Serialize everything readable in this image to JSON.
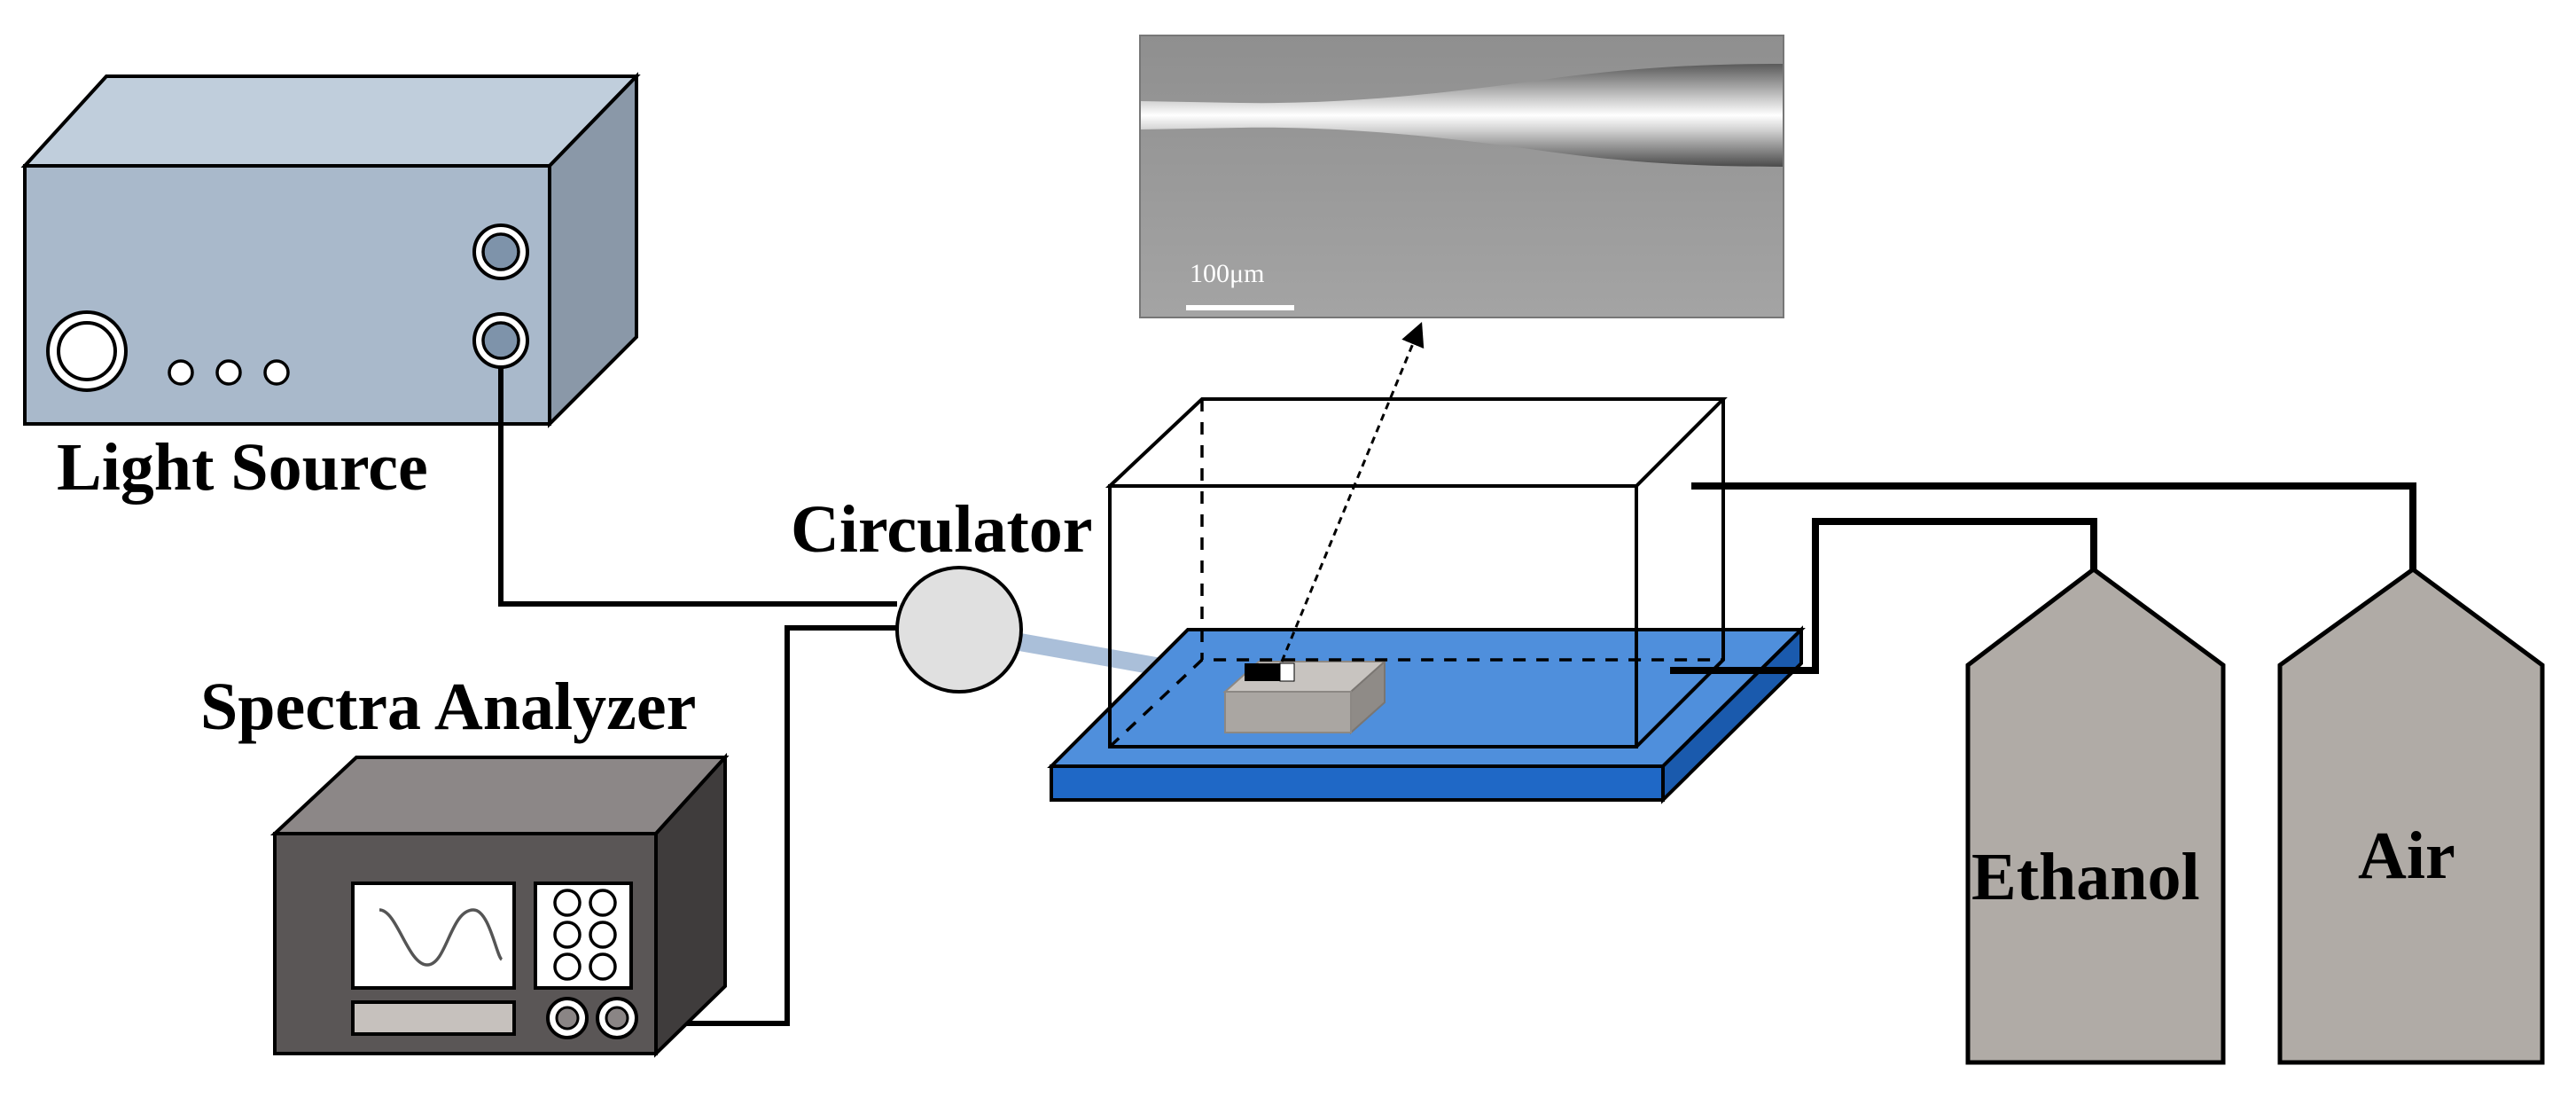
{
  "labels": {
    "light_source": "Light Source",
    "circulator": "Circulator",
    "spectra_analyzer": "Spectra Analyzer",
    "ethanol": "Ethanol",
    "air": "Air",
    "scale_bar": "100μm"
  },
  "colors": {
    "light_source_body": "#a9b9cb",
    "light_source_top": "#c0cedc",
    "light_source_side": "#8a98a8",
    "analyzer_body": "#5a5656",
    "analyzer_top": "#8c8787",
    "platform": "#4f8fdc",
    "platform_edge": "#1f5fb4",
    "cylinder": "#b0aba6",
    "circulator": "#e0e0e0",
    "fiber": "#aabfd9"
  }
}
